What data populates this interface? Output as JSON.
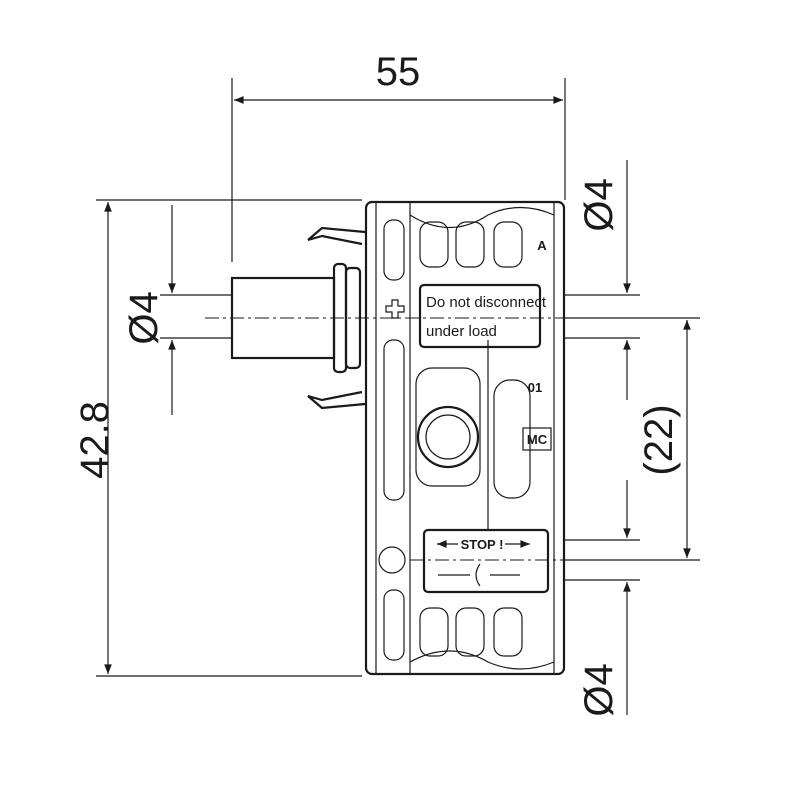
{
  "dimensions": {
    "width": "55",
    "height": "42.8",
    "diameter_left": "Ø4",
    "diameter_right_top": "Ø4",
    "diameter_right_bottom": "Ø4",
    "pitch": "(22)"
  },
  "labels": {
    "warning_line1": "Do not disconnect",
    "warning_line2": "under load",
    "stop": "STOP !",
    "code": "01",
    "brand": "MC",
    "marker": "A"
  }
}
